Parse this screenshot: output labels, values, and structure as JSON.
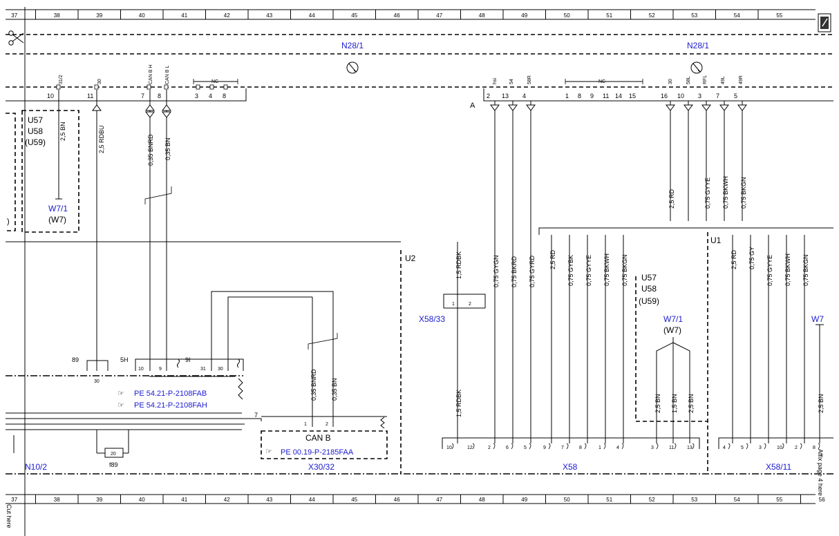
{
  "ruler": {
    "top": [
      "37",
      "38",
      "39",
      "40",
      "41",
      "42",
      "43",
      "44",
      "45",
      "46",
      "47",
      "48",
      "49",
      "50",
      "51",
      "52",
      "53",
      "54",
      "55"
    ],
    "bottom": [
      "37",
      "38",
      "39",
      "40",
      "41",
      "42",
      "43",
      "44",
      "45",
      "46",
      "47",
      "48",
      "49",
      "50",
      "51",
      "52",
      "53",
      "54",
      "55",
      "56"
    ]
  },
  "modules": {
    "n28_left": "N28/1",
    "n28_right": "N28/1",
    "u57": "U57",
    "u58": "U58",
    "u59": "(U59)",
    "w71": "W7/1",
    "w7p": "(W7)",
    "u2": "U2",
    "u1": "U1",
    "w7": "W7",
    "x58_33": "X58/33",
    "x58": "X58",
    "x58_11": "X58/11",
    "x30_32": "X30/32",
    "n10_2": "N10/2",
    "can_b": "CAN B",
    "f89": "f89",
    "conn_a": "A"
  },
  "left_connector": {
    "pins": [
      "10",
      "11",
      "7",
      "8",
      "3",
      "4",
      "8"
    ],
    "pin_labels": [
      "31/2",
      "30",
      "CAN B H",
      "CAN B L"
    ],
    "nc": "NC"
  },
  "right_connector": {
    "pins_a": [
      "2",
      "13",
      "4"
    ],
    "pins_b": [
      "1",
      "8",
      "9",
      "11",
      "14",
      "15"
    ],
    "pins_c": [
      "16",
      "10",
      "3",
      "7",
      "5"
    ],
    "labels_a": [
      "hsi",
      "54",
      "58R"
    ],
    "labels_c": [
      "30",
      "58L",
      "RFL",
      "49L",
      "49R"
    ],
    "nc": "NC"
  },
  "wires": {
    "bn25": "2,5 BN",
    "rdbu25": "2,5 RDBU",
    "bnrd035": "0,35 BNRD",
    "bn035": "0,35 BN",
    "gygn": "0,75 GYGN",
    "bkrd": "0,75 BKRD",
    "gyrd": "0,75 GYRD",
    "rd25": "2,5 RD",
    "gyye": "0,75 GYYE",
    "bkwh": "0,75 BKWH",
    "bkgn": "0,75 BKGN",
    "gybk": "0,75 GYBK",
    "gy": "0,75 GY",
    "rdbk": "1,5 RDBK",
    "bn15": "1,5 BN"
  },
  "splice": {
    "s89": "89",
    "s30": "30",
    "s5h": "5H",
    "s9i": "9I",
    "p10": "10",
    "p9": "9",
    "p31": "31",
    "p30": "30",
    "f20": "20",
    "p7": "7",
    "p1": "1",
    "p2": "2"
  },
  "refs": {
    "r1": "PE 54.21-P-2108FAB",
    "r2": "PE 54.21-P-2108FAH",
    "r3": "PE 00.19-P-2185FAA"
  },
  "x58_pins": [
    "10",
    "12",
    "2",
    "6",
    "5",
    "9",
    "7",
    "8",
    "1",
    "4",
    "3",
    "11",
    "13"
  ],
  "x58_11_pins": [
    "4",
    "5",
    "3",
    "10",
    "2",
    "8"
  ],
  "bottom_text": {
    "cut": "Cut here",
    "affix": "Affix page 4 here"
  }
}
